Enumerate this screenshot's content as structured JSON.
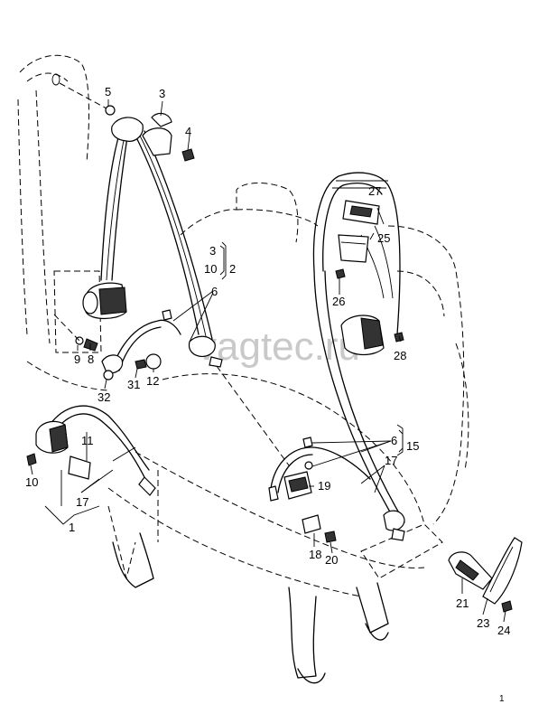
{
  "watermark": "vagtec.ru",
  "part_labels": {
    "p1": "1",
    "p2": "2",
    "p3a": "3",
    "p3b": "3",
    "p4": "4",
    "p5": "5",
    "p6a": "6",
    "p6b": "6",
    "p8": "8",
    "p9": "9",
    "p10a": "10",
    "p10b": "10",
    "p11": "11",
    "p12": "12",
    "p15": "15",
    "p17a": "17",
    "p17b": "17",
    "p18": "18",
    "p19": "19",
    "p20": "20",
    "p21": "21",
    "p23": "23",
    "p24": "24",
    "p25": "25",
    "p26": "26",
    "p27": "27",
    "p28": "28",
    "p31": "31",
    "p32": "32"
  },
  "page_number": "1"
}
